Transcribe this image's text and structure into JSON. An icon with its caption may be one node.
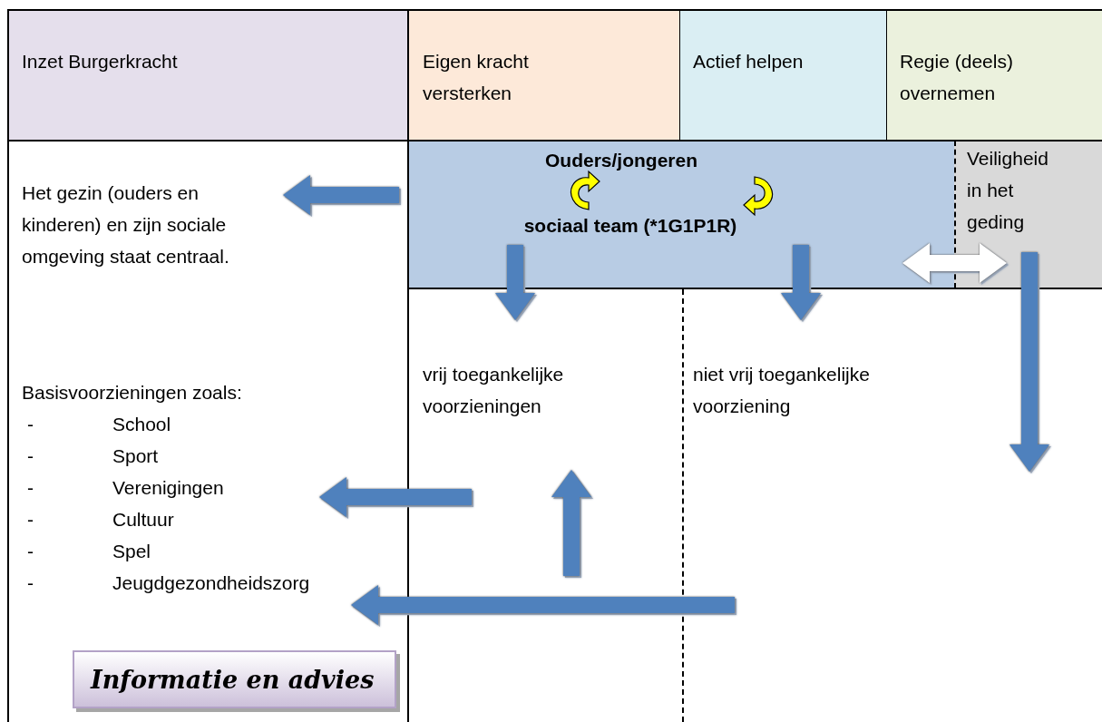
{
  "diagram": {
    "nodes": [
      {
        "text": [
          "Inzet Burgerkracht"
        ]
      },
      {
        "text": [
          "Eigen kracht versterken"
        ]
      },
      {
        "text": [
          "Actief helpen"
        ]
      },
      {
        "text": [
          "Regie (deels) overnemen"
        ]
      },
      {
        "text": [
          "Het gezin (ouders en kinderen) en zijn sociale omgeving staat centraal."
        ]
      },
      {
        "text": [
          "Ouders/jongeren",
          "sociaal team (*1G1P1R)"
        ]
      },
      {
        "text": [
          "Veiligheid in het geding"
        ]
      },
      {
        "text": [
          "vrij toegankelijke voorzieningen"
        ]
      },
      {
        "text": [
          "niet vrij toegankelijke voorziening"
        ]
      },
      {
        "text": [
          "Basisvoorzieningen zoals:",
          "School",
          "Sport",
          "Verenigingen",
          "Cultuur",
          "Spel",
          "Jeugdgezondheidszorg"
        ]
      },
      {
        "text": [
          "Informatie en advies"
        ]
      }
    ],
    "edges": [
      {
        "from": 5,
        "to": 4,
        "arrow": "to"
      },
      {
        "from": 5,
        "to": 7,
        "arrow": "to"
      },
      {
        "from": 5,
        "to": 8,
        "arrow": "to"
      },
      {
        "from": 5,
        "to": 6,
        "arrow": "both",
        "color": "#ffffff"
      },
      {
        "from": 6,
        "to": null,
        "arrow": "to"
      },
      {
        "from": null,
        "to": 9,
        "arrow": "to"
      },
      {
        "from": null,
        "to": 7,
        "arrow": "to"
      },
      {
        "from": null,
        "to": 9,
        "arrow": "to"
      }
    ],
    "labels": [
      "-",
      "-",
      "-",
      "-",
      "-",
      "-"
    ]
  }
}
